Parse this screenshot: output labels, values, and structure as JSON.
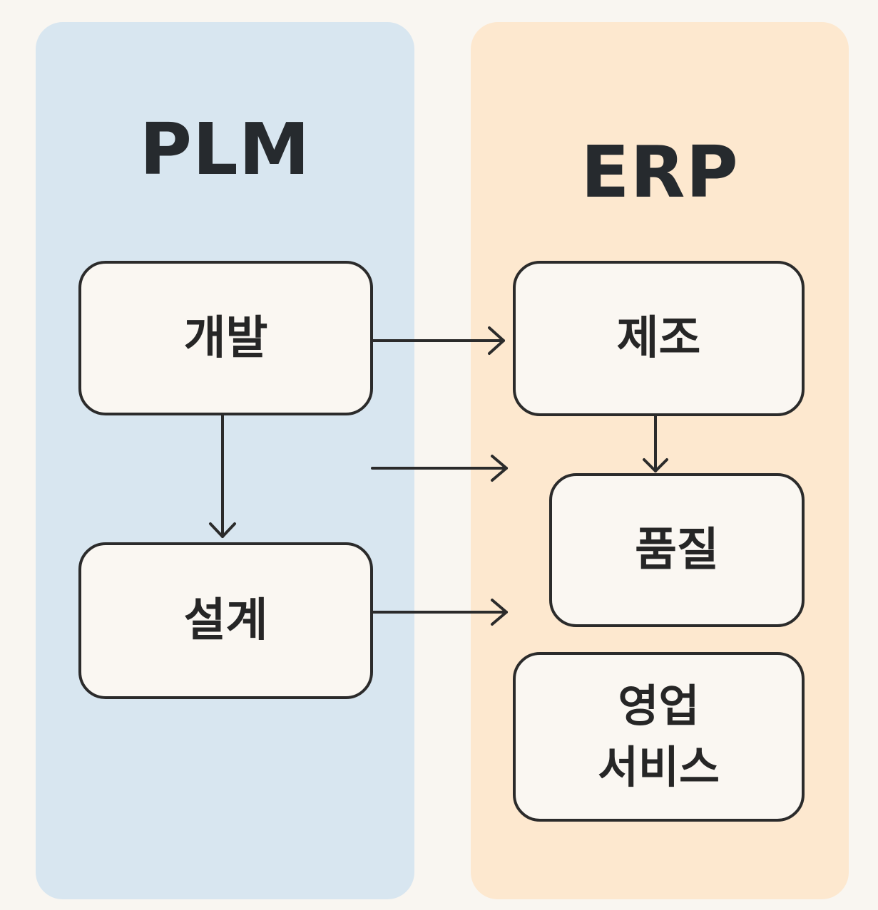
{
  "colors": {
    "background": "#f9f6f1",
    "plm_panel": "#d8e6f0",
    "erp_panel": "#fde8cf",
    "box_fill": "#faf7f2",
    "stroke": "#2b2b2b",
    "text": "#262a2e"
  },
  "plm": {
    "title": "PLM",
    "boxes": {
      "development": "개발",
      "design": "설계"
    }
  },
  "erp": {
    "title": "ERP",
    "boxes": {
      "manufacturing": "제조",
      "quality": "품질",
      "sales_service": "영업\n서비스"
    }
  }
}
